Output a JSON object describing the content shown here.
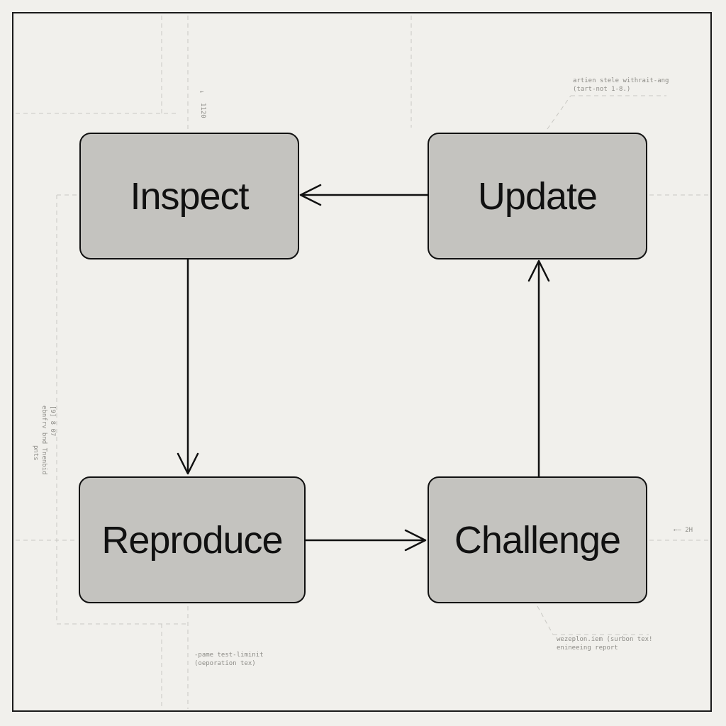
{
  "nodes": {
    "inspect": "Inspect",
    "update": "Update",
    "reproduce": "Reproduce",
    "challenge": "Challenge"
  },
  "edges": [
    {
      "from": "Inspect",
      "to": "Reproduce"
    },
    {
      "from": "Reproduce",
      "to": "Challenge"
    },
    {
      "from": "Challenge",
      "to": "Update"
    },
    {
      "from": "Update",
      "to": "Inspect"
    }
  ],
  "annotations": {
    "top_right_line1": "artien stele withrait-ang",
    "top_right_line2": "(tart-not 1-8.)",
    "top_left_vertical": "1120",
    "top_left_arrow": "←",
    "left_vertical_1": "[9] 8 07 ",
    "left_vertical_2": "ebnfrv bnd Tnenbid",
    "left_vertical_3": "pnts",
    "right_middle": "←— 2H",
    "bottom_left_line1": "-pame test-liminit",
    "bottom_left_line2": "(oeporation tex)",
    "bottom_right_line1": "wezeplon.iem (surbon tex!",
    "bottom_right_line2": "enineeing report"
  },
  "colors": {
    "background": "#f1f0ec",
    "node_fill": "#c4c3bf",
    "stroke": "#111111",
    "guide": "#c9c8c3"
  }
}
